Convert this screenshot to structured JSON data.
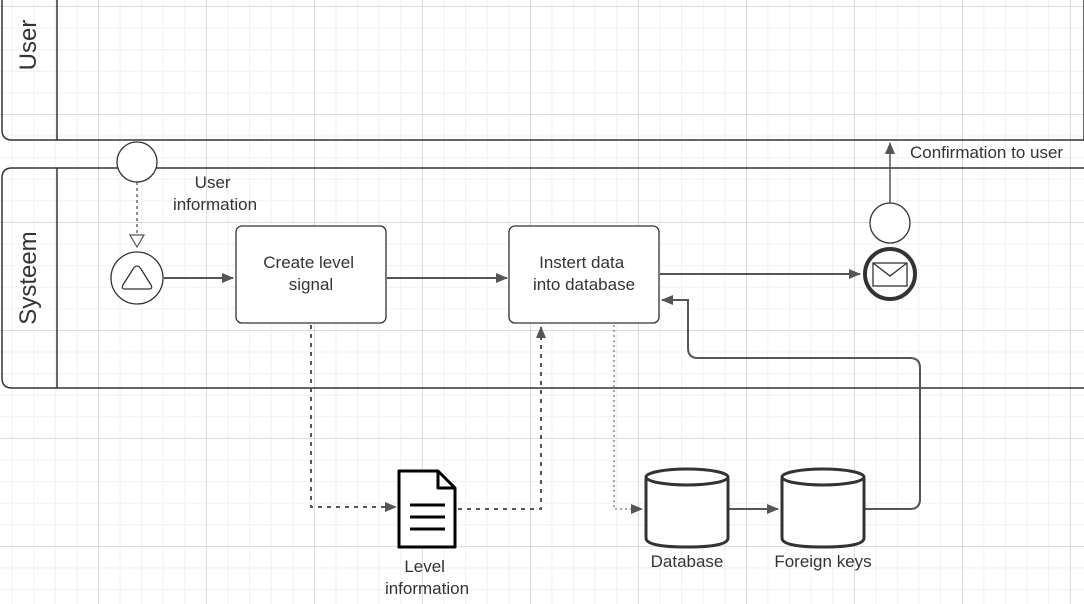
{
  "pools": {
    "user": {
      "label": "User"
    },
    "system": {
      "label": "Systeem"
    }
  },
  "events": {
    "start_message_label": [
      "User",
      "information"
    ],
    "confirmation_label": "Confirmation to user"
  },
  "tasks": {
    "create_level_signal": [
      "Create level",
      "signal"
    ],
    "insert_data": [
      "Instert data",
      "into database"
    ]
  },
  "data_objects": {
    "level_information": [
      "Level",
      "information"
    ]
  },
  "data_stores": {
    "database": "Database",
    "foreign_keys": "Foreign keys"
  },
  "colors": {
    "stroke": "#333333",
    "line": "#555555",
    "background": "#ffffff"
  }
}
